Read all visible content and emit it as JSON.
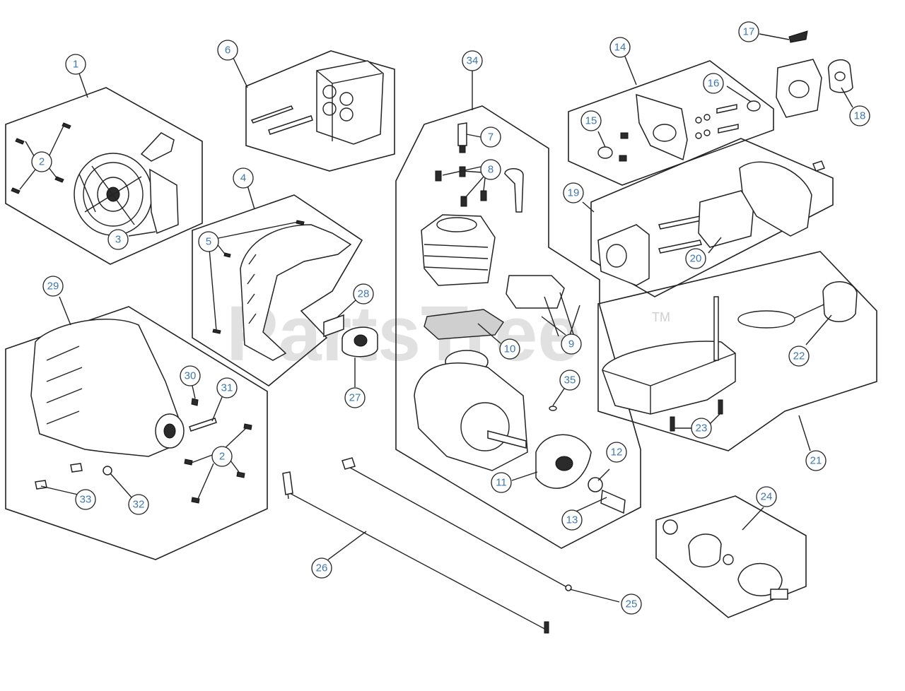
{
  "watermark": {
    "text": "PartsTree",
    "trademark": "TM"
  },
  "callouts": {
    "c1": "1",
    "c2a": "2",
    "c3": "3",
    "c4": "4",
    "c5": "5",
    "c6": "6",
    "c7": "7",
    "c8": "8",
    "c9": "9",
    "c10": "10",
    "c11": "11",
    "c12": "12",
    "c13": "13",
    "c14": "14",
    "c15": "15",
    "c16": "16",
    "c17": "17",
    "c18": "18",
    "c19": "19",
    "c20": "20",
    "c21": "21",
    "c22": "22",
    "c23": "23",
    "c24": "24",
    "c25": "25",
    "c26": "26",
    "c27": "27",
    "c28": "28",
    "c29": "29",
    "c30": "30",
    "c31": "31",
    "c2b": "2",
    "c32": "32",
    "c33": "33",
    "c34": "34",
    "c35": "35"
  },
  "colors": {
    "label_text": "#3c78b4",
    "line": "#222222",
    "watermark": "#d8d8d8"
  }
}
